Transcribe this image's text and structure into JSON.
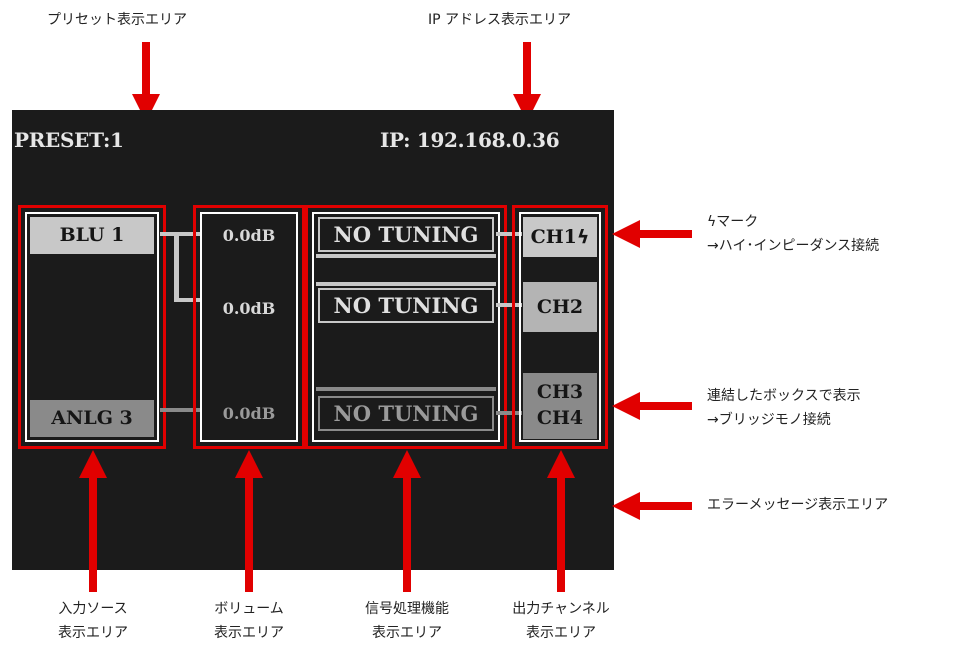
{
  "header": {
    "preset": "PRESET:1",
    "ip": "IP: 192.168.0.36"
  },
  "inputs": [
    {
      "label": "BLU 1",
      "active": true
    },
    {
      "label": "ANLG 3",
      "active": false
    }
  ],
  "volumes": [
    "0.0dB",
    "0.0dB",
    "0.0dB"
  ],
  "tuning": [
    "NO TUNING",
    "NO TUNING",
    "NO TUNING"
  ],
  "outputs": {
    "ch1": "CH1",
    "ch1_mark": "ϟ",
    "ch2": "CH2",
    "ch3": "CH3",
    "ch4": "CH4"
  },
  "annotations": {
    "preset_area": "プリセット表示エリア",
    "ip_area": "IP アドレス表示エリア",
    "mark_title": "ϟマーク",
    "mark_desc": "→ハイ･インピーダンス接続",
    "bridge_title": "連結したボックスで表示",
    "bridge_desc": "→ブリッジモノ接続",
    "error_area": "エラーメッセージ表示エリア",
    "input_area_1": "入力ソース",
    "input_area_2": "表示エリア",
    "volume_area_1": "ボリューム",
    "volume_area_2": "表示エリア",
    "signal_area_1": "信号処理機能",
    "signal_area_2": "表示エリア",
    "output_area_1": "出力チャンネル",
    "output_area_2": "表示エリア"
  },
  "colors": {
    "screen_bg": "#1b1b1b",
    "highlight_red": "#e10000",
    "active_cell": "#c8c8c8",
    "inactive_cell": "#8a8a8a"
  }
}
